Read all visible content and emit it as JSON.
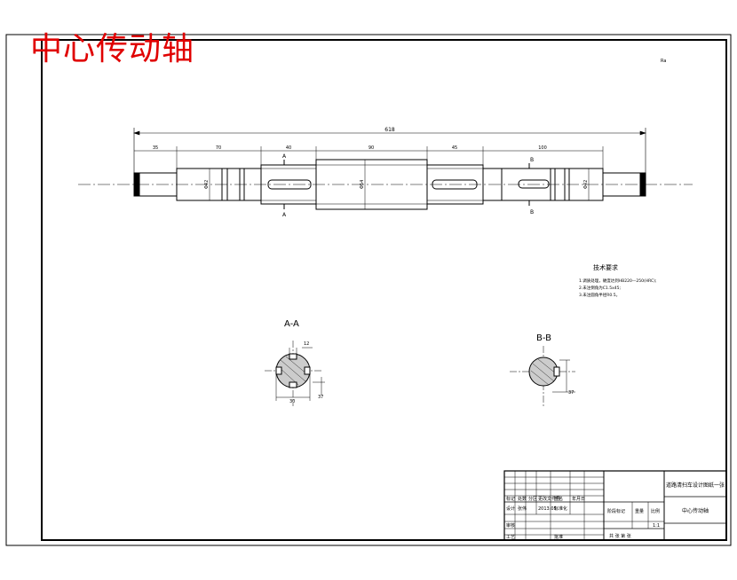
{
  "drawing": {
    "title": "中心传动轴",
    "roughness_note": "Ra",
    "overall_length": "618",
    "segment_dims": [
      "35",
      "70",
      "40",
      "90",
      "45",
      "100"
    ],
    "diameter_labels": [
      "Φ42",
      "Φ54",
      "Φ42"
    ],
    "section_marks": {
      "a": "A",
      "b": "B"
    },
    "section_titles": {
      "aa": "A-A",
      "bb": "B-B"
    },
    "section_dims": {
      "aa_top": "12",
      "aa_right": "37",
      "aa_bottom": "30",
      "bb_right": "37"
    },
    "tech_requirements": {
      "heading": "技术要求",
      "items": [
        "1.调质处理，硬度达到HB220—250(HRC);",
        "2.未注倒角为C1.5x45;",
        "3.未注圆角半径R0.5。"
      ]
    },
    "title_block": {
      "project": "道路清扫车设计图纸一张",
      "part_name": "中心传动轴",
      "row_labels": [
        "标记",
        "处数",
        "分区",
        "更改文件号",
        "签名",
        "年月日"
      ],
      "design_row": [
        "设计",
        "张伟",
        "2013.05",
        "标准化"
      ],
      "check_label": "审核",
      "craft_label": "工艺",
      "approve_label": "批准",
      "stage_label": "阶段标记",
      "weight_label": "重量",
      "scale_label": "比例",
      "scale_value": "1:1",
      "sheet_info": "共 张 第 张"
    }
  }
}
